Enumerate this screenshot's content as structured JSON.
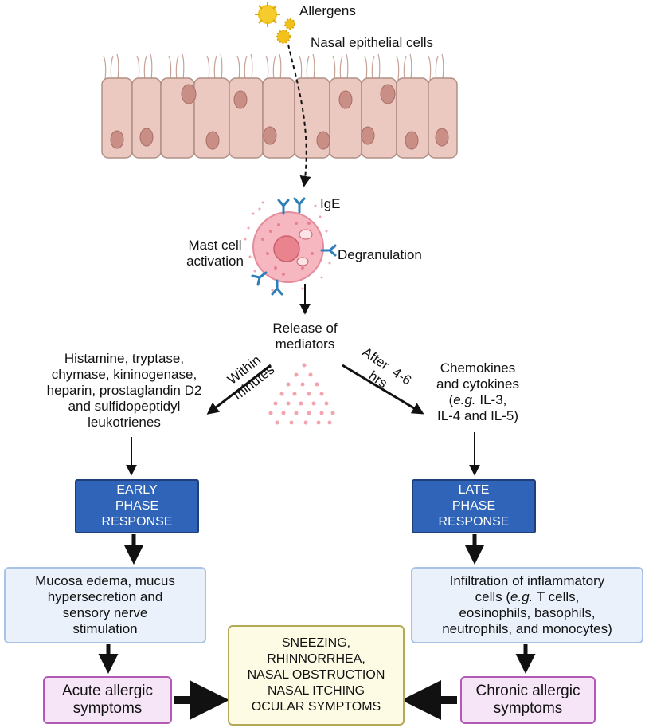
{
  "labels": {
    "allergens": "Allergens",
    "nasal_epithelial_cells": "Nasal epithelial cells",
    "ige": "IgE",
    "mast_cell_activation": [
      "Mast cell",
      "activation"
    ],
    "degranulation": "Degranulation",
    "release_of_mediators": [
      "Release of",
      "mediators"
    ],
    "within_minutes": [
      "Within",
      "minutes"
    ],
    "after_hours": [
      "After  4-6",
      "hrs"
    ]
  },
  "early_branch": {
    "mediators": [
      "Histamine, tryptase,",
      "chymase, kininogenase,",
      "heparin, prostaglandin D2",
      "and sulfidopeptidyl",
      "leukotrienes"
    ],
    "phase": [
      "EARLY",
      "PHASE",
      "RESPONSE"
    ],
    "effects": [
      "Mucosa edema, mucus",
      "hypersecretion and",
      "sensory nerve",
      "stimulation"
    ],
    "symptoms": [
      "Acute allergic",
      "symptoms"
    ]
  },
  "late_branch": {
    "mediators_line1": "Chemokines",
    "mediators_line2": "and cytokines",
    "mediators_line3_open": "(",
    "mediators_line3_italic": "e.g.",
    "mediators_line3_rest": " IL-3,",
    "mediators_line4": "IL-4 and IL-5)",
    "phase": [
      "LATE",
      "PHASE",
      "RESPONSE"
    ],
    "effects_line1": "Infiltration of inflammatory",
    "effects_line2_open": "cells (",
    "effects_line2_italic": "e.g.",
    "effects_line2_rest": " T cells,",
    "effects_line3": "eosinophils, basophils,",
    "effects_line4": "neutrophils, and monocytes)",
    "symptoms": [
      "Chronic allergic",
      "symptoms"
    ]
  },
  "center_symptoms": [
    "SNEEZING,",
    "RHINNORRHEA,",
    "NASAL OBSTRUCTION",
    "NASAL ITCHING",
    "OCULAR SYMPTOMS"
  ],
  "colors": {
    "phase_box": "#2f64b8",
    "effect_box": "#eaf1fb",
    "symptom_box": "#f6e4f7",
    "center_box": "#fdfbe3",
    "epithelium": "#ecc9c0",
    "allergen": "#f2c21a",
    "mast_cell": "#f4a9b4"
  }
}
